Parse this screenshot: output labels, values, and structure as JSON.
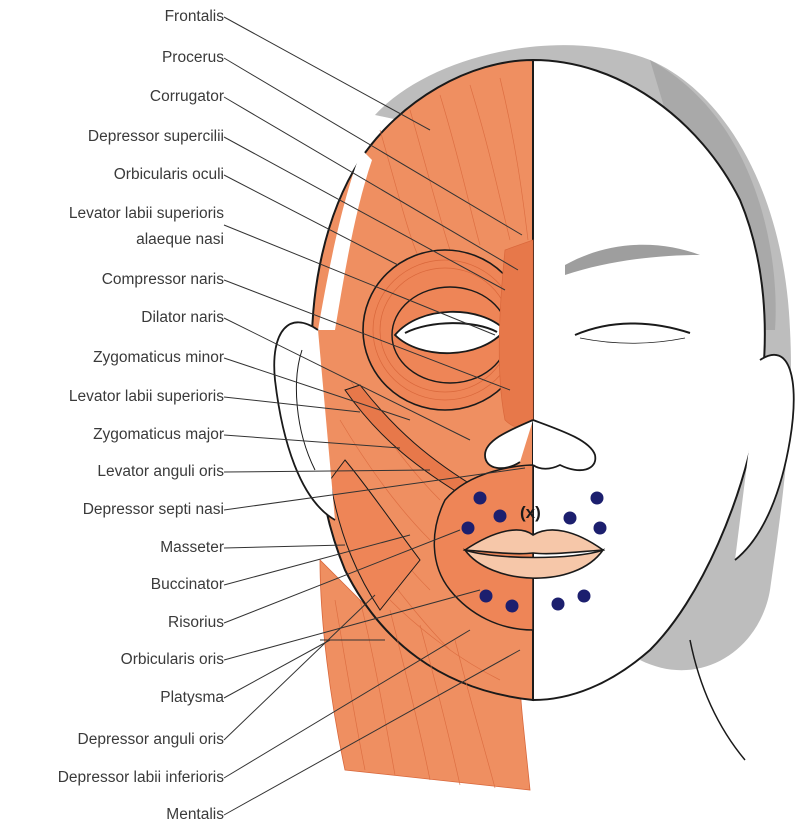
{
  "labels": [
    "Frontalis",
    "Procerus",
    "Corrugator",
    "Depressor supercilii",
    "Orbicularis oculi",
    "Levator labii superioris",
    "alaeque nasi",
    "Compressor naris",
    "Dilator naris",
    "Zygomaticus minor",
    "Levator labii superioris",
    "Zygomaticus major",
    "Levator anguli oris",
    "Depressor septi nasi",
    "Masseter",
    "Buccinator",
    "Risorius",
    "Orbicularis oris",
    "Platysma",
    "Depressor anguli oris",
    "Depressor labii inferioris",
    "Mentalis"
  ],
  "center_mark": "(x)",
  "colors": {
    "muscle": "#ef8f61",
    "muscle_dark": "#d9673b",
    "hair": "#bdbdbd",
    "outline": "#1a1a1a",
    "leader": "#333333",
    "dot": "#1c1f6e"
  }
}
